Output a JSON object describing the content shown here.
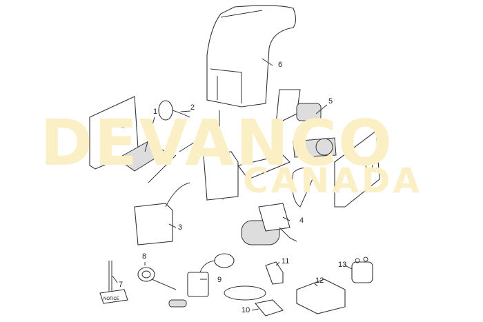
{
  "watermark": {
    "line1": "DEVANCO",
    "line2": "CANADA",
    "color": "#fbefc6",
    "leaf_color": "#f4b6b6"
  },
  "notice_label": "NOTICE",
  "callouts": [
    "1",
    "2",
    "3",
    "4",
    "5",
    "6",
    "7",
    "8",
    "9",
    "10",
    "11",
    "12",
    "13"
  ]
}
